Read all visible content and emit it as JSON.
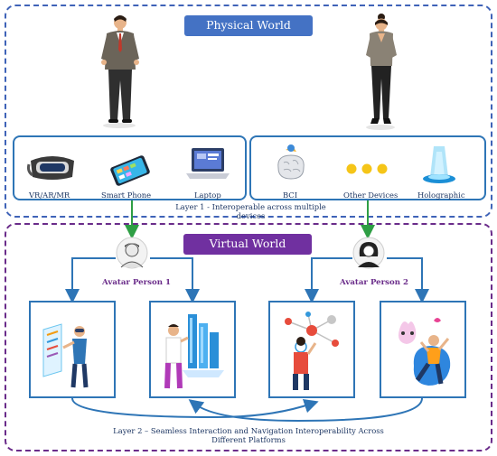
{
  "physical": {
    "title": "Physical World"
  },
  "virtual": {
    "title": "Virtual World"
  },
  "devices": {
    "vr": "VR/AR/MR",
    "phone": "Smart Phone",
    "laptop": "Laptop",
    "bci": "BCI",
    "other": "Other Devices",
    "holo": "Holographic"
  },
  "layer1": "Layer 1 - Interoperable across multiple devices",
  "avatars": {
    "person1": "Avatar Person 1",
    "person2": "Avatar Person 2"
  },
  "layer2": "Layer 2 – Seamless Interaction and Navigation Interoperability Across Different Platforms",
  "colors": {
    "blue": "#4472c4",
    "purple": "#7030a0",
    "green": "#2e9e44",
    "connector": "#2e75b6"
  }
}
